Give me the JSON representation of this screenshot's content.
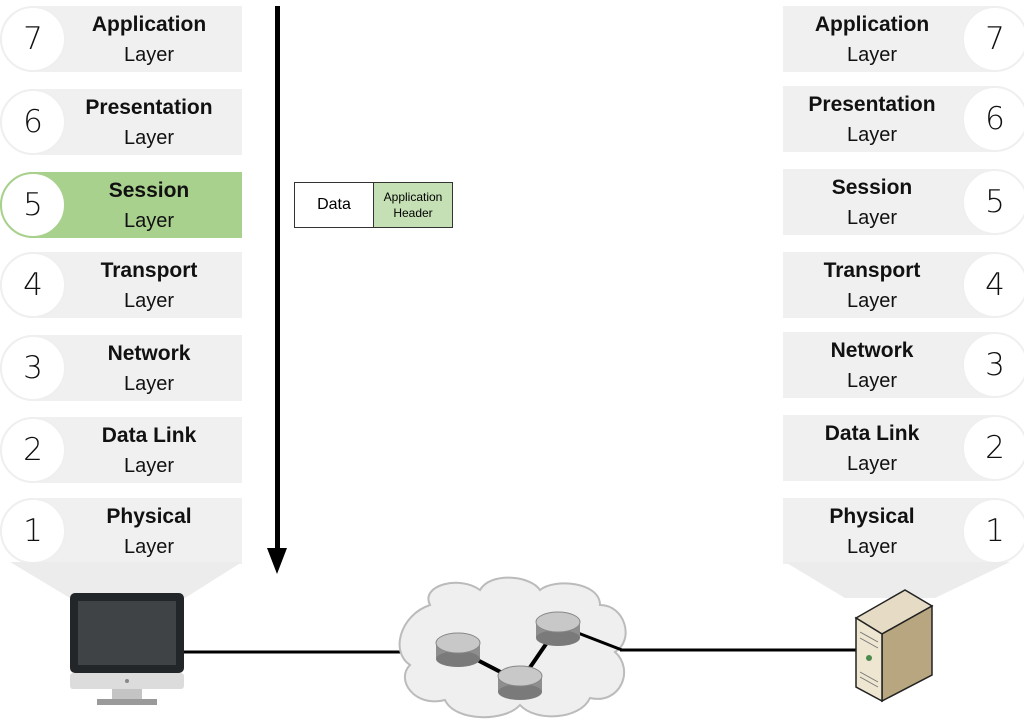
{
  "diagram": {
    "title": "OSI Model Encapsulation",
    "left_stack": [
      {
        "number": "7",
        "name": "Application",
        "sub": "Layer",
        "active": false
      },
      {
        "number": "6",
        "name": "Presentation",
        "sub": "Layer",
        "active": false
      },
      {
        "number": "5",
        "name": "Session",
        "sub": "Layer",
        "active": true
      },
      {
        "number": "4",
        "name": "Transport",
        "sub": "Layer",
        "active": false
      },
      {
        "number": "3",
        "name": "Network",
        "sub": "Layer",
        "active": false
      },
      {
        "number": "2",
        "name": "Data Link",
        "sub": "Layer",
        "active": false
      },
      {
        "number": "1",
        "name": "Physical",
        "sub": "Layer",
        "active": false
      }
    ],
    "right_stack": [
      {
        "number": "7",
        "name": "Application",
        "sub": "Layer"
      },
      {
        "number": "6",
        "name": "Presentation",
        "sub": "Layer"
      },
      {
        "number": "5",
        "name": "Session",
        "sub": "Layer"
      },
      {
        "number": "4",
        "name": "Transport",
        "sub": "Layer"
      },
      {
        "number": "3",
        "name": "Network",
        "sub": "Layer"
      },
      {
        "number": "2",
        "name": "Data Link",
        "sub": "Layer"
      },
      {
        "number": "1",
        "name": "Physical",
        "sub": "Layer"
      }
    ],
    "pdu": {
      "data_label": "Data",
      "header_label": "Application Header"
    },
    "flow_direction": "down",
    "devices": {
      "left": "desktop-computer",
      "middle": "network-cloud-with-3-routers",
      "right": "server"
    },
    "colors": {
      "active_layer": "#a9d18e",
      "header": "#c5e0b4",
      "layer_bg": "#f0f0f0"
    }
  }
}
